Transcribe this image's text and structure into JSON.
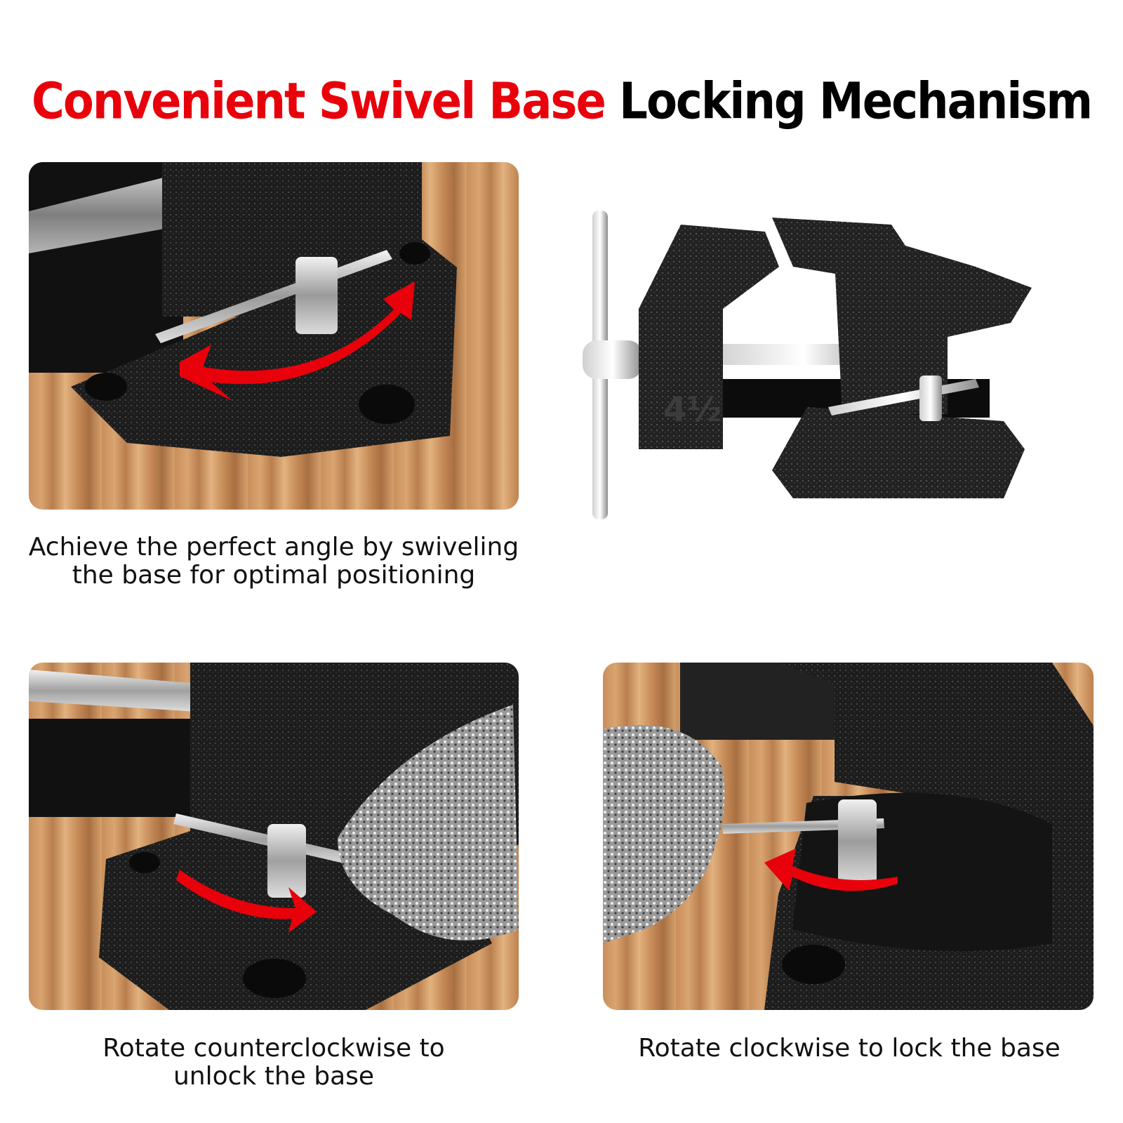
{
  "headline": {
    "red_part": "Convenient Swivel Base",
    "black_part": "Locking Mechanism"
  },
  "colors": {
    "accent_red": "#e8000b",
    "text": "#111111",
    "vise_black": "#1c1c1c",
    "wood": "#c98f5c"
  },
  "panels": {
    "top_left": {
      "caption_lines": [
        "Achieve the perfect angle by swiveling",
        "the base for optimal positioning"
      ]
    },
    "bottom_left": {
      "caption_lines": [
        "Rotate counterclockwise to",
        "unlock the base"
      ]
    },
    "bottom_right": {
      "caption_lines": [
        "Rotate clockwise to lock the base"
      ]
    }
  },
  "product": {
    "jaw_marking": "4½"
  }
}
